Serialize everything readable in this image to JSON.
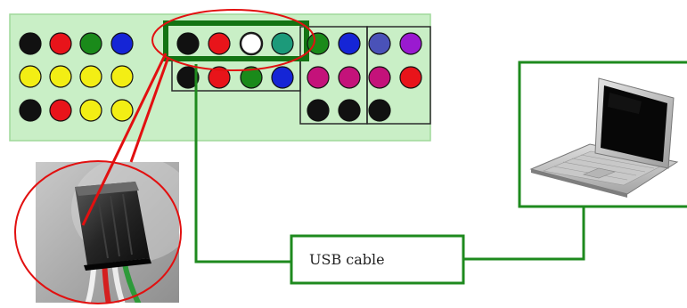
{
  "usb_cable_label": "USB cable",
  "colors": {
    "board_fill": "#c9efc6",
    "board_border": "#9fd89a",
    "wire_green": "#1e8a1e",
    "highlight_green": "#137313",
    "callout_red": "#e21010",
    "black": "#111111",
    "red": "#e8141a",
    "green": "#1a8a1a",
    "blue": "#1525d6",
    "yellow": "#f3ee14",
    "white": "#ffffff",
    "teal": "#1c9a7a",
    "magenta": "#c4127a",
    "slate_blue": "#4a52b8",
    "purple": "#9a1ad0"
  },
  "pin_groups": {
    "left_block": [
      [
        "black",
        "red",
        "green",
        "blue"
      ],
      [
        "yellow",
        "yellow",
        "yellow",
        "yellow"
      ],
      [
        "black",
        "red",
        "yellow",
        "yellow"
      ]
    ],
    "middle_block": [
      [
        "black",
        "red",
        "white",
        "teal"
      ],
      [
        "black",
        "red",
        "green",
        "blue"
      ]
    ],
    "right_block_a": [
      [
        "green",
        "blue"
      ],
      [
        "magenta",
        "magenta"
      ],
      [
        "black",
        "black"
      ]
    ],
    "right_block_b": [
      [
        "slate_blue",
        "purple"
      ],
      [
        "magenta",
        "red"
      ],
      [
        "black"
      ]
    ]
  },
  "icons": [
    "usb-connector-photo-icon",
    "laptop-icon"
  ]
}
